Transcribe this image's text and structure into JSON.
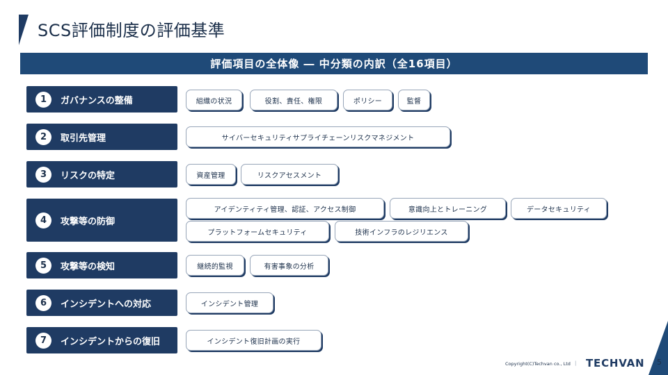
{
  "slide": {
    "title": "SCS評価制度の評価基準",
    "banner": "評価項目の全体像 ― 中分類の内訳（全16項目）"
  },
  "categories": [
    {
      "num": "1",
      "label": "ガバナンスの整備",
      "items": [
        "組織の状況",
        "役割、責任、権限",
        "ポリシー",
        "監督"
      ]
    },
    {
      "num": "2",
      "label": "取引先管理",
      "items": [
        "サイバーセキュリティサプライチェーンリスクマネジメント"
      ]
    },
    {
      "num": "3",
      "label": "リスクの特定",
      "items": [
        "資産管理",
        "リスクアセスメント"
      ]
    },
    {
      "num": "4",
      "label": "攻撃等の防御",
      "items": [
        "アイデンティティ管理、認証、アクセス制御",
        "意識向上とトレーニング",
        "データセキュリティ",
        "プラットフォームセキュリティ",
        "技術インフラのレジリエンス"
      ]
    },
    {
      "num": "5",
      "label": "攻撃等の検知",
      "items": [
        "継続的監視",
        "有害事象の分析"
      ]
    },
    {
      "num": "6",
      "label": "インシデントへの対応",
      "items": [
        "インシデント管理"
      ]
    },
    {
      "num": "7",
      "label": "インシデントからの復旧",
      "items": [
        "インシデント復旧計画の実行"
      ]
    }
  ],
  "footer": {
    "copyright": "Copyright(C)Techvan co., Ltd",
    "brand": "TECHVAN",
    "page": "5"
  }
}
